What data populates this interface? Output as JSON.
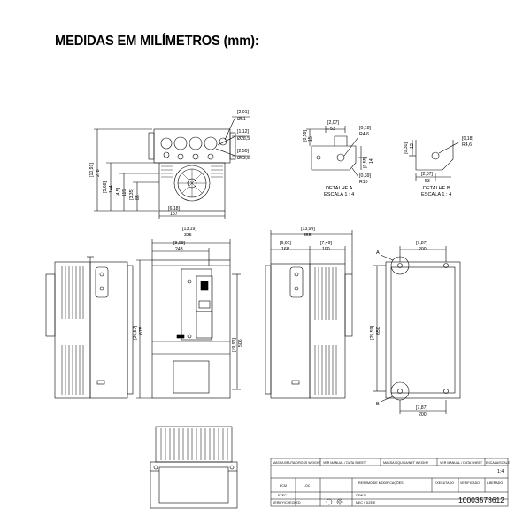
{
  "title": "MEDIDAS EM MILÍMETROS (mm):",
  "top_view": {
    "dims": {
      "d1": "[2,01]",
      "d1b": "Ø51",
      "d2": "[1,12]",
      "d2b": "Ø28,5",
      "d3": "[2,50]",
      "d3b": "Ø63,5",
      "v1": "[10,91]",
      "v1b": "278",
      "v2": "[5,68]",
      "v2b": "144",
      "v3": "[4,5]",
      "v3b": "115",
      "v4": "[3,35]",
      "v4b": "85",
      "h1": "[6,18]",
      "h1b": "157"
    }
  },
  "detail_a": {
    "dims": {
      "a1": "[0,59]",
      "a1b": "15",
      "a2": "[2,07]",
      "a2b": "53",
      "a3": "[0,18]",
      "a3b": "R4,6",
      "a4": "[0,55]",
      "a4b": "14",
      "a5": "[0,39]",
      "a5b": "R10"
    },
    "label": "DETALHE A",
    "scale": "ESCALA 1 : 4"
  },
  "detail_b": {
    "dims": {
      "b1": "[0,18]",
      "b1b": "R4,6",
      "b2": "[0,30]",
      "b2b": "12",
      "b3": "[2,07]",
      "b3b": "53"
    },
    "label": "DETALHE B",
    "scale": "ESCALA 1 : 4"
  },
  "front_view": {
    "dims": {
      "w1": "[13,19]",
      "w1b": "335",
      "w2": "[9,59]",
      "w2b": "243",
      "h1": "[26,57]",
      "h1b": "675",
      "h2": "[19,93]",
      "h2b": "506"
    }
  },
  "side_view": {
    "dims": {
      "w1": "[13,99]",
      "w1b": "355",
      "w2": "[6,61]",
      "w2b": "168",
      "w3": "[7,49]",
      "w3b": "190"
    }
  },
  "rear_view": {
    "dims": {
      "t1": "[7,87]",
      "t1b": "200",
      "h1": "[25,59]",
      "h1b": "650",
      "b1": "[7,87]",
      "b1b": "200"
    },
    "marker_a": "A",
    "marker_b": "B"
  },
  "title_block": {
    "row1": [
      "MASSA BRUTA/GROSS WEIGHT",
      "VER MANUAL / DATA SHEET",
      "MASSA LÍQUIDA/NET WEIGHT",
      "VER MANUAL / DATA SHEET",
      "ESCALA/SCALE"
    ],
    "scale_value": "1:4",
    "row2": [
      "ECM",
      "LOC",
      "RESUMO DE MODIFICAÇÕES",
      "EXECUTADO",
      "VERIFICADO",
      "LIBERADO"
    ],
    "row3": [
      "EXEC",
      "",
      "CFW11",
      "",
      "",
      ""
    ],
    "row4_left": "VERIFY/CHECKED",
    "model": "MEC / SIZE E",
    "doc_number": "10003573612"
  }
}
